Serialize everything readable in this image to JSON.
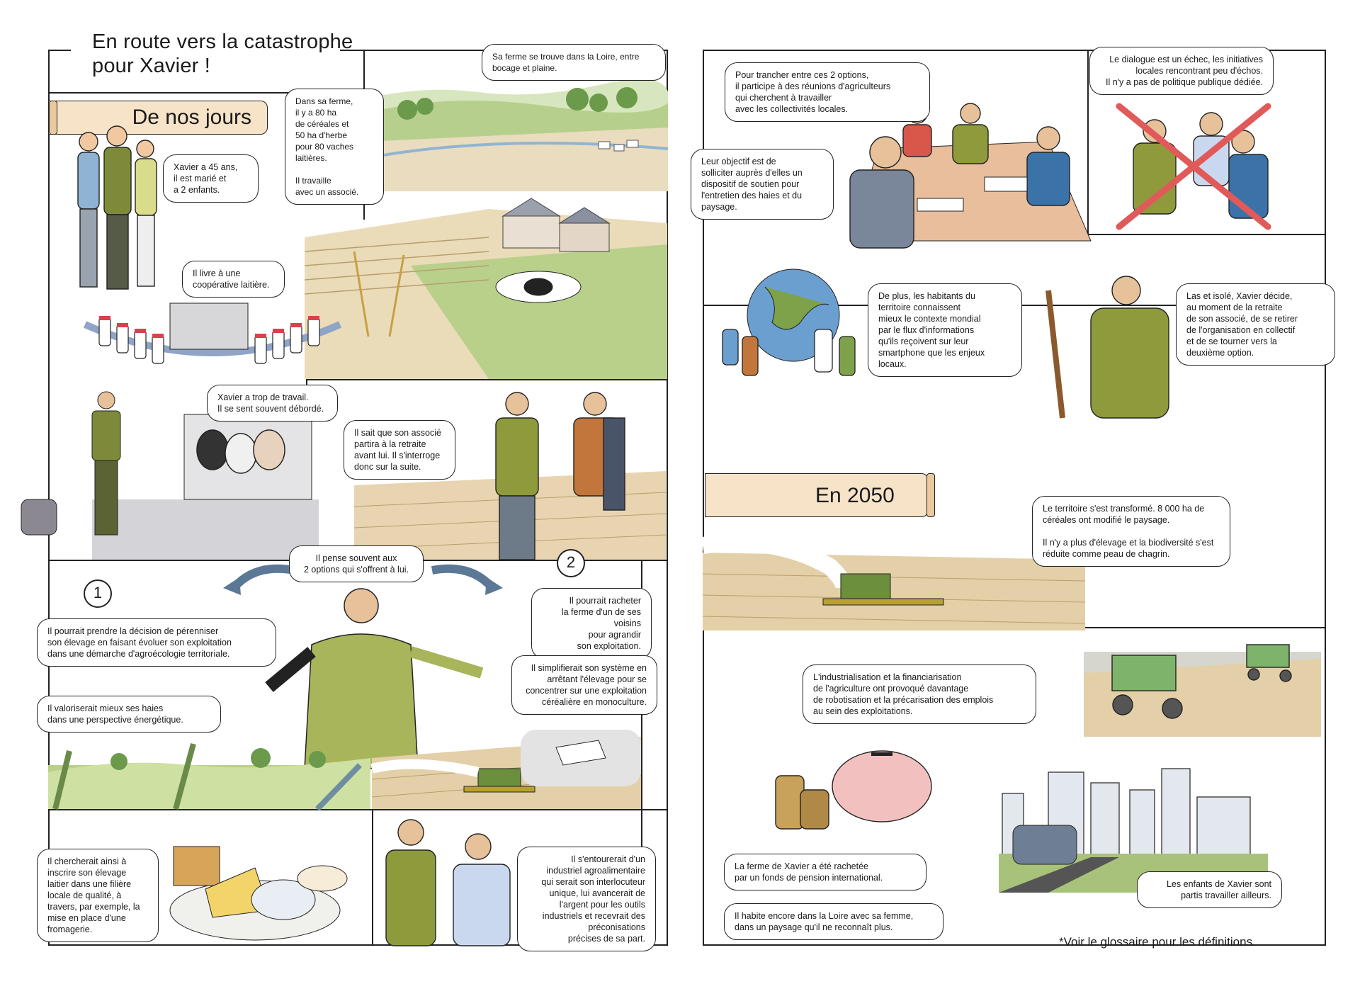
{
  "left": {
    "title": "En route vers la catastrophe\npour Xavier !",
    "banner": "De nos jours",
    "bubbles": {
      "location": "Sa ferme se trouve dans la Loire, entre\nbocage et plaine.",
      "farm": "Dans sa ferme,\nil y a 80 ha\nde céréales et\n50 ha d'herbe\npour 80 vaches\nlaitières.\n\nIl travaille\navec un associé.",
      "family": "Xavier a 45 ans,\nil est marié et\na 2 enfants.",
      "coop": "Il livre à une\ncoopérative laitière.",
      "workload": "Xavier a trop de travail.\nIl se sent souvent débordé.",
      "retirement": "Il sait que son associé\npartira à la retraite\navant lui. Il s'interroge\ndonc sur la suite.",
      "options": "Il pense souvent aux\n2 options qui s'offrent à lui.",
      "opt1_a": "Il pourrait prendre la décision de pérenniser\nson élevage en faisant évoluer son exploitation\ndans une démarche d'agroécologie territoriale.",
      "opt1_b": "Il valoriserait mieux ses haies\ndans une perspective énergétique.",
      "opt1_c": "Il chercherait ainsi à\ninscrire son élevage\nlaitier dans une filière\nlocale de qualité, à\ntravers, par exemple, la\nmise en place d'une\nfromagerie.",
      "opt2_a": "Il pourrait racheter\nla ferme d'un de ses voisins\npour agrandir\nson exploitation.",
      "opt2_b": "Il simplifierait son système en\narrêtant l'élevage pour se\nconcentrer sur une exploitation\ncéréalière en monoculture.",
      "opt2_c": "Il s'entourerait d'un\nindustriel agroalimentaire\nqui serait son interlocuteur\nunique, lui avancerait de\nl'argent pour les outils\nindustriels et recevrait des\npréconisations\nprécises de sa part."
    },
    "num1": "1",
    "num2": "2"
  },
  "right": {
    "banner": "En 2050",
    "bubbles": {
      "meetings": "Pour trancher entre ces 2 options,\nil participe à des réunions d'agriculteurs\nqui cherchent à travailler\navec les collectivités locales.",
      "objective": "Leur objectif est de\nsolliciter auprès d'elles un\ndispositif de soutien pour\nl'entretien des haies et du\npaysage.",
      "failure": "Le dialogue est un échec, les initiatives\nlocales rencontrant peu d'échos.\nIl n'y a pas de politique publique dédiée.",
      "residents": "De plus, les habitants du\nterritoire connaissent\nmieux le contexte mondial\npar le flux d'informations\nqu'ils reçoivent sur leur\nsmartphone que les enjeux\nlocaux.",
      "decision": "Las et isolé, Xavier décide,\nau moment de la retraite\nde son associé, de se retirer\nde l'organisation en collectif\net de se tourner vers la\ndeuxième option.",
      "territory": "Le territoire s'est transformé. 8 000 ha de\ncéréales ont modifié le paysage.\n\nIl n'y a plus d'élevage et la biodiversité s'est\nréduite comme peau de chagrin.",
      "industrial": "L'industrialisation et la financiarisation\nde l'agriculture ont provoqué davantage\nde robotisation et la précarisation des emplois\nau sein des exploitations.",
      "bought": "La ferme de Xavier a été rachetée\npar un fonds de pension international.",
      "lives": "Il habite encore dans la Loire avec sa femme,\ndans un paysage qu'il ne reconnaît plus.",
      "children": "Les enfants de Xavier sont\npartis travailler ailleurs."
    },
    "footnote": "*Voir le glossaire pour les définitions."
  },
  "colors": {
    "banner": "#f6e3c8",
    "olive": "#8f9a3c",
    "field": "#d9c9a6",
    "grass": "#a9c27a",
    "cross": "#e05a5a"
  }
}
